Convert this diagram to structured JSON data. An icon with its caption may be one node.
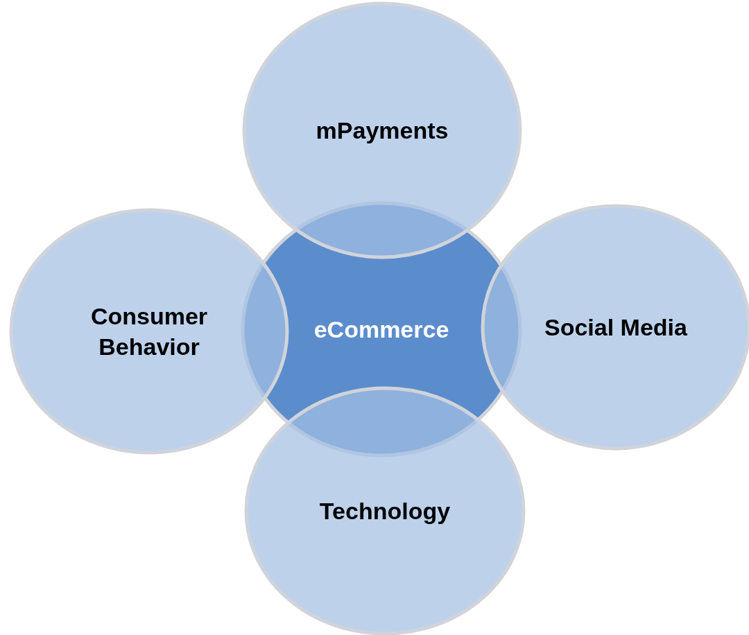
{
  "diagram": {
    "nodes": [
      {
        "text": [
          "eCommerce"
        ]
      },
      {
        "text": [
          "mPayments"
        ]
      },
      {
        "text": [
          "Consumer Behavior"
        ]
      },
      {
        "text": [
          "Social Media"
        ]
      },
      {
        "text": [
          "Technology"
        ]
      }
    ]
  }
}
